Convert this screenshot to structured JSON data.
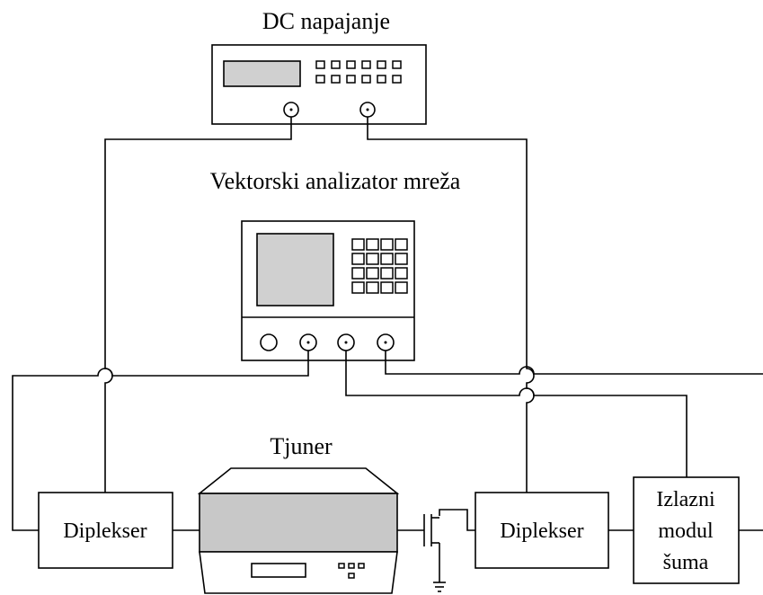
{
  "labels": {
    "dc_supply": "DC napajanje",
    "vna": "Vektorski analizator mreža",
    "tuner": "Tjuner",
    "diplexer_left": "Diplekser",
    "diplexer_right": "Diplekser",
    "noise_module_line1": "Izlazni",
    "noise_module_line2": "modul",
    "noise_module_line3": "šuma"
  }
}
